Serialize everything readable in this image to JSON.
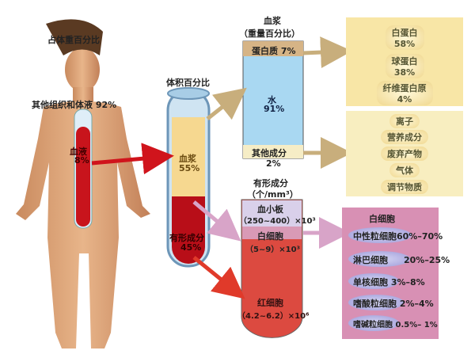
{
  "body": {
    "title": "占体重百分比",
    "other_label": "其他组织和体液 92%",
    "blood_label": "血液",
    "blood_pct": "8%"
  },
  "tube": {
    "title": "体积百分比",
    "plasma_label": "血浆",
    "plasma_pct": "55%",
    "formed_label": "有形成分",
    "formed_pct": "45%"
  },
  "plasma": {
    "title": "血浆",
    "subtitle": "（重量百分比）",
    "protein": "蛋白质  7%",
    "water": "水",
    "water_pct": "91%",
    "other": "其他成分",
    "other_pct": "2%"
  },
  "formed": {
    "title": "有形成分",
    "subtitle": "（个/mm³）",
    "platelet": "血小板",
    "platelet_range": "（250~400）×10³",
    "wbc": "白细胞",
    "wbc_range": "（5~9）×10³",
    "rbc": "红细胞",
    "rbc_range": "（4.2~6.2）×10⁶"
  },
  "proteins": [
    {
      "name": "白蛋白",
      "pct": "58%"
    },
    {
      "name": "球蛋白",
      "pct": "38%"
    },
    {
      "name": "纤维蛋白原",
      "pct": "4%"
    }
  ],
  "others": [
    "离子",
    "营养成分",
    "废弃产物",
    "气体",
    "调节物质"
  ],
  "wbc_types": {
    "title": "白细胞",
    "items": [
      {
        "name": "中性粒细胞",
        "pct": "60%–70%"
      },
      {
        "name": "淋巴细胞",
        "pct": "20%–25%"
      },
      {
        "name": "单核细胞",
        "pct": "3%–8%"
      },
      {
        "name": "嗜酸粒细胞",
        "pct": "2%–4%"
      },
      {
        "name": "嗜碱粒细胞",
        "pct": "0.5%– 1%"
      }
    ]
  }
}
